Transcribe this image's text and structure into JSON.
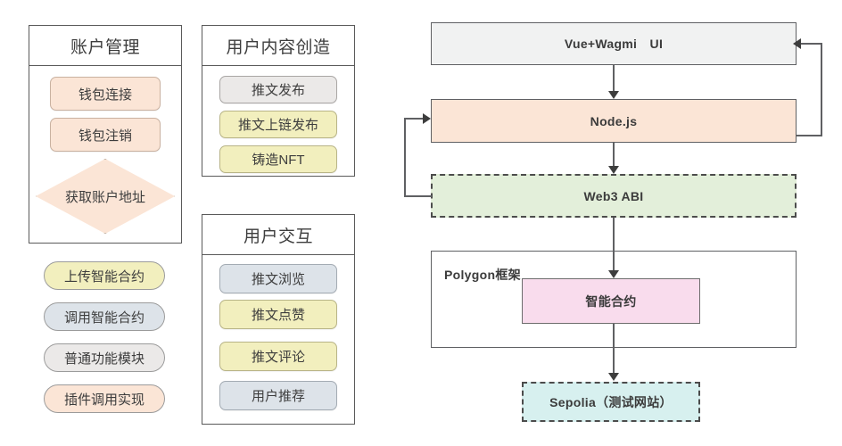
{
  "diagram": {
    "title": "Web3 social dApp architecture diagram",
    "colors": {
      "peach": "#fbe5d6",
      "yellow": "#f2efbe",
      "gray": "#ebe9e8",
      "bluegray": "#dde3e9",
      "green": "#e3efda",
      "pink": "#f9dced",
      "cyan": "#d7f0ef",
      "ui_gray": "#f1f2f2",
      "stroke": "#5f6063"
    }
  },
  "account_panel": {
    "title": "账户管理",
    "items": [
      {
        "label": "钱包连接",
        "shape": "rounded-box",
        "fill": "peach"
      },
      {
        "label": "钱包注销",
        "shape": "rounded-box",
        "fill": "peach"
      },
      {
        "label": "获取账户地址",
        "shape": "diamond",
        "fill": "peach"
      }
    ]
  },
  "legend_pills": [
    {
      "label": "上传智能合约",
      "fill": "yellow"
    },
    {
      "label": "调用智能合约",
      "fill": "bluegray"
    },
    {
      "label": "普通功能模块",
      "fill": "gray"
    },
    {
      "label": "插件调用实现",
      "fill": "peach"
    }
  ],
  "content_panel": {
    "title": "用户内容创造",
    "items": [
      {
        "label": "推文发布",
        "fill": "gray"
      },
      {
        "label": "推文上链发布",
        "fill": "yellow"
      },
      {
        "label": "铸造NFT",
        "fill": "yellow"
      }
    ]
  },
  "interaction_panel": {
    "title": "用户交互",
    "items": [
      {
        "label": "推文浏览",
        "fill": "bluegray"
      },
      {
        "label": "推文点赞",
        "fill": "yellow"
      },
      {
        "label": "推文评论",
        "fill": "yellow"
      },
      {
        "label": "用户推荐",
        "fill": "bluegray"
      }
    ]
  },
  "flow": {
    "ui": "Vue+Wagmi　UI",
    "backend": "Node.js",
    "abi": "Web3 ABI",
    "framework_label": "Polygon框架",
    "contract": "智能合约",
    "network": "Sepolia（测试网站）"
  }
}
